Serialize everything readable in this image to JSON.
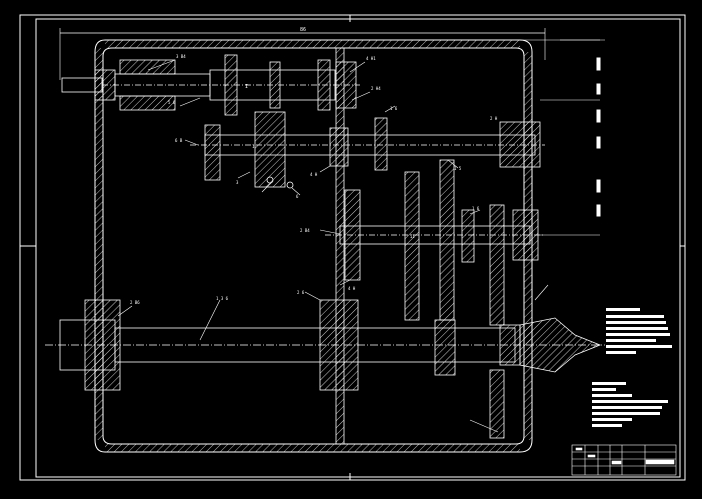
{
  "drawing": {
    "title_top": "86",
    "labels": {
      "a1": "3 B4",
      "a2": "5 6",
      "a3": "4 H1",
      "b1": "2 H4",
      "b2": "1 6",
      "b3": "6 B",
      "c1": "3",
      "c2": "6",
      "c3": "4 H",
      "d1": "2 H",
      "d2": "1 5",
      "e1": "1 6",
      "f1": "2 B4",
      "g1": "4 H",
      "main_shaft": "1 3 6",
      "h1": "2 B6",
      "i1": "2 6"
    },
    "shaft_mark": "I"
  },
  "colors": {
    "line": "#ffffff",
    "accent": "#ff3b3b",
    "hatch": "#ffffff"
  }
}
